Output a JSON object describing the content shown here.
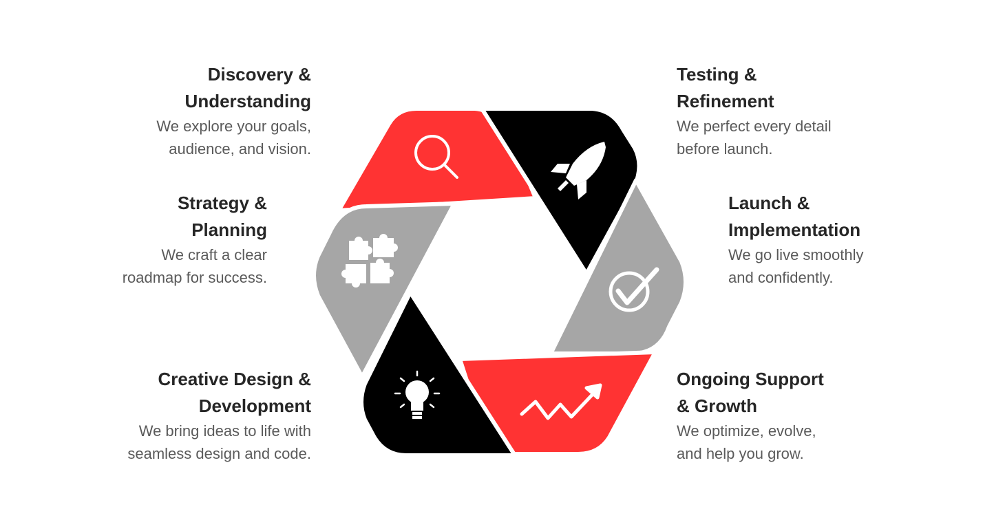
{
  "colors": {
    "red": "#ff3333",
    "black": "#000000",
    "gray": "#a6a6a6",
    "icon": "#ffffff",
    "title": "#262626",
    "text": "#5a5a5a"
  },
  "steps": [
    {
      "id": "discovery",
      "title": [
        "Discovery &",
        "Understanding"
      ],
      "description": [
        "We explore your goals,",
        "audience, and vision."
      ],
      "color": "red",
      "icon": "magnifier-icon"
    },
    {
      "id": "testing",
      "title": [
        "Testing &",
        "Refinement"
      ],
      "description": [
        "We perfect every detail",
        "before launch."
      ],
      "color": "black",
      "icon": "rocket-icon"
    },
    {
      "id": "launch",
      "title": [
        "Launch &",
        "Implementation"
      ],
      "description": [
        "We go live smoothly",
        "and confidently."
      ],
      "color": "gray",
      "icon": "check-circle-icon"
    },
    {
      "id": "support",
      "title": [
        "Ongoing Support",
        "& Growth"
      ],
      "description": [
        "We optimize, evolve,",
        "and help you grow."
      ],
      "color": "red",
      "icon": "trend-arrow-icon"
    },
    {
      "id": "design",
      "title": [
        "Creative Design &",
        "Development"
      ],
      "description": [
        "We bring ideas to life with",
        "seamless design and code."
      ],
      "color": "black",
      "icon": "lightbulb-icon"
    },
    {
      "id": "strategy",
      "title": [
        "Strategy &",
        "Planning"
      ],
      "description": [
        "We craft a clear",
        "roadmap for success."
      ],
      "color": "gray",
      "icon": "puzzle-icon"
    }
  ]
}
